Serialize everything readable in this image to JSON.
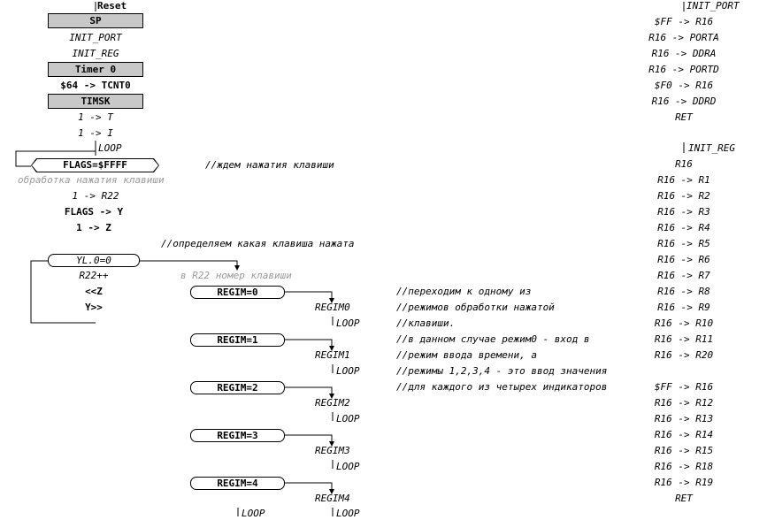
{
  "main": {
    "reset": "Reset",
    "sp": "SP",
    "init_port": "INIT_PORT",
    "init_reg": "INIT_REG",
    "timer0": "Timer 0",
    "tcnt0": "$64 -> TCNT0",
    "timsk": "TIMSK",
    "one_t": "1 -> T",
    "one_i": "1 -> I",
    "loop_label": "LOOP",
    "flags_check": "FLAGS=$FFFF",
    "flags_comment": "//ждем нажатия клавиши",
    "processing_note": "обработка нажатия клавиши",
    "one_r22": "1 -> R22",
    "flags_y": "FLAGS -> Y",
    "one_z": "1 -> Z",
    "which_key_comment": "//определяем какая клавиша нажата",
    "yl_check": "YL.0=0",
    "r22_inc": "R22++",
    "key_number_note": "в R22 номер клавиши",
    "shift_z": "<<Z",
    "shift_y": "Y>>"
  },
  "regimes": [
    {
      "check": "REGIM=0",
      "target": "REGIM0",
      "loop": "LOOP"
    },
    {
      "check": "REGIM=1",
      "target": "REGIM1",
      "loop": "LOOP"
    },
    {
      "check": "REGIM=2",
      "target": "REGIM2",
      "loop": "LOOP"
    },
    {
      "check": "REGIM=3",
      "target": "REGIM3",
      "loop": "LOOP"
    },
    {
      "check": "REGIM=4",
      "target": "REGIM4",
      "loop": "LOOP"
    }
  ],
  "bottom_loop": "LOOP",
  "comments": [
    "//переходим к одному из",
    "//режимов обработки нажатой",
    "//клавиши.",
    "//в данном случае режим0 - вход в",
    "//режим ввода времени, а",
    "//режимы 1,2,3,4 - это ввод значения",
    "//для каждого из четырех индикаторов"
  ],
  "init_port": {
    "title": "INIT_PORT",
    "lines": [
      "$FF -> R16",
      "R16 -> PORTA",
      "R16 -> DDRA",
      "R16 -> PORTD",
      "$F0 -> R16",
      "R16 -> DDRD",
      "RET"
    ]
  },
  "init_reg": {
    "title": "INIT_REG",
    "lines": [
      "R16",
      "R16 -> R1",
      "R16 -> R2",
      "R16 -> R3",
      "R16 -> R4",
      "R16 -> R5",
      "R16 -> R6",
      "R16 -> R7",
      "R16 -> R8",
      "R16 -> R9",
      "R16 -> R10",
      "R16 -> R11",
      "R16 -> R20",
      "",
      "$FF -> R16",
      "R16 -> R12",
      "R16 -> R13",
      "R16 -> R14",
      "R16 -> R15",
      "R16 -> R18",
      "R16 -> R19",
      "RET"
    ]
  }
}
